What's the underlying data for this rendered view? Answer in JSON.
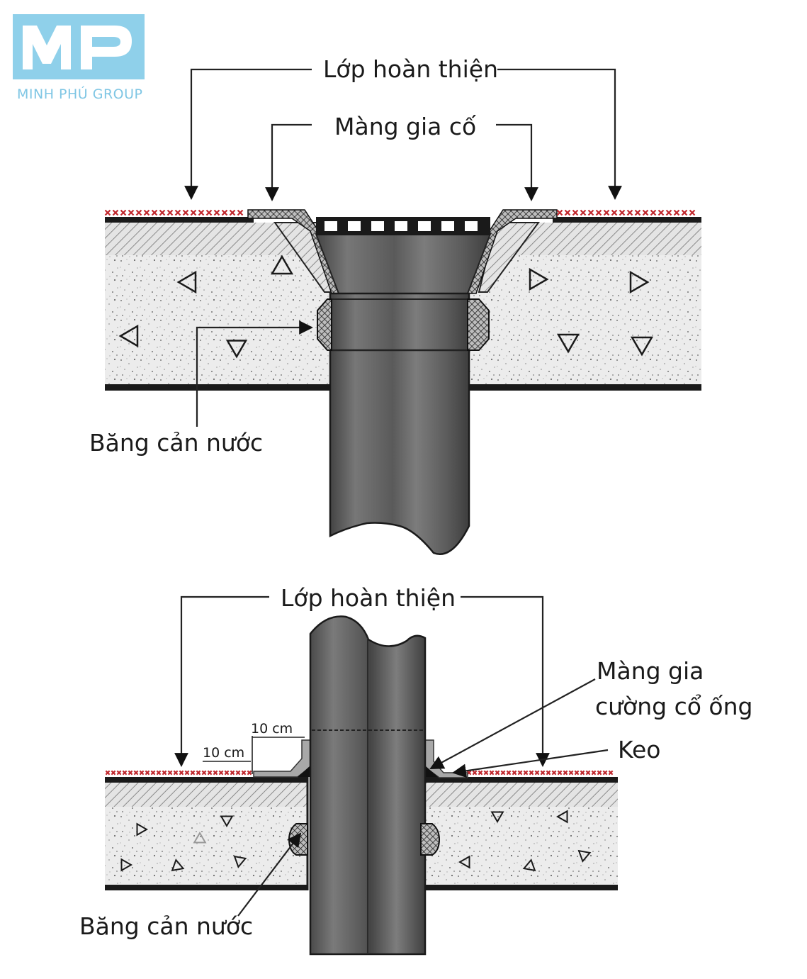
{
  "logo": {
    "mark": "MP",
    "name": "MINH PHÚ GROUP",
    "color": "#8fd0ea"
  },
  "top_diagram": {
    "finish_layer_label": "Lớp hoàn thiện",
    "reinforcing_membrane_label": "Màng gia cố",
    "waterstop_tape_label": "Băng cản nước"
  },
  "bottom_diagram": {
    "finish_layer_label": "Lớp hoàn thiện",
    "pipe_collar_membrane_label_line1": "Màng gia",
    "pipe_collar_membrane_label_line2": "cường cổ ống",
    "sealant_label": "Keo",
    "waterstop_tape_label": "Băng cản nước",
    "dim_vertical": "10  cm",
    "dim_horizontal": "10  cm"
  },
  "colors": {
    "finish_layer": "#c0262c",
    "pipe": "#6a6a6a",
    "concrete": "#e9e9e9"
  }
}
